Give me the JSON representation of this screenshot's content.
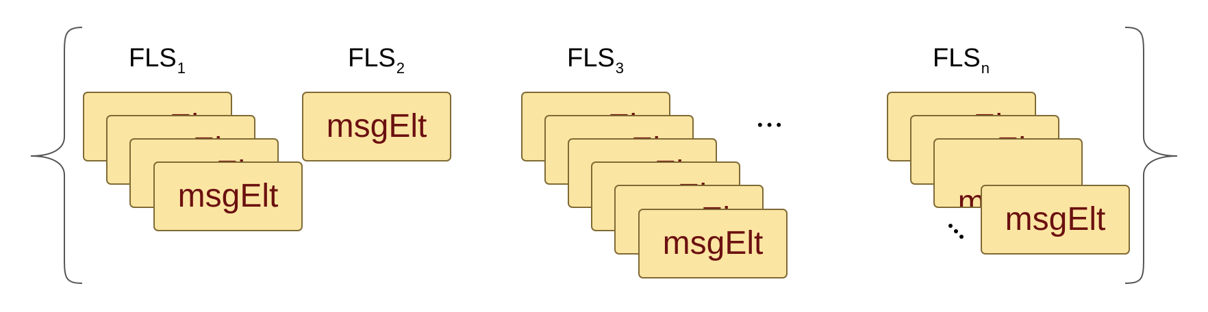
{
  "groups": [
    {
      "label": "FLS",
      "sub": "1",
      "card_text": "msgElt"
    },
    {
      "label": "FLS",
      "sub": "2",
      "card_text": "msgElt"
    },
    {
      "label": "FLS",
      "sub": "3",
      "card_text": "msgElt"
    },
    {
      "label": "FLS",
      "sub": "n",
      "card_text": "msgElt"
    }
  ],
  "ellipsis": "•••",
  "colors": {
    "card_fill": "#fbe5a2",
    "card_border": "#7f6a35",
    "card_text": "#6b1010",
    "brace": "#555555"
  }
}
